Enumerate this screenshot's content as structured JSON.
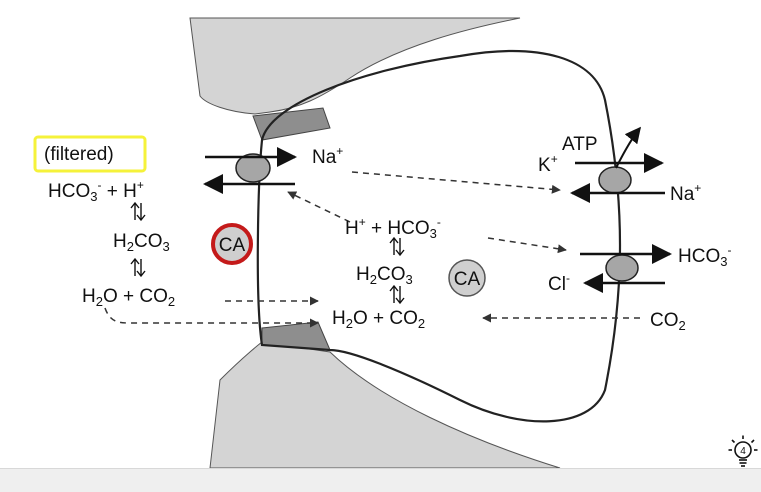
{
  "labels": {
    "filtered": "(filtered)",
    "lumen_hco3": "HCO",
    "lumen_h": "H",
    "h2co3_left": "H",
    "ca_left": "CA",
    "h2o_left": "H",
    "co2_left": "CO",
    "na_apical": "Na",
    "h_cell": "H",
    "hco3_cell": "HCO",
    "h2co3_cell": "H",
    "ca_cell": "CA",
    "h2o_cell": "H",
    "co2_cell": "CO",
    "atp": "ATP",
    "k": "K",
    "na_basal": "Na",
    "hco3_basal": "HCO",
    "cl": "Cl",
    "co2_blood": "CO"
  },
  "subscripts": {
    "three": "3",
    "two": "2"
  },
  "superscripts": {
    "plus": "+",
    "minus": "-"
  },
  "hint": {
    "badge": "4"
  },
  "colors": {
    "tissue": "#d4d4d4",
    "junction": "#8e8e8e",
    "transporter": "#a6a6a6",
    "highlight_yellow": "#f5f23a",
    "highlight_red": "#c41a1a"
  }
}
